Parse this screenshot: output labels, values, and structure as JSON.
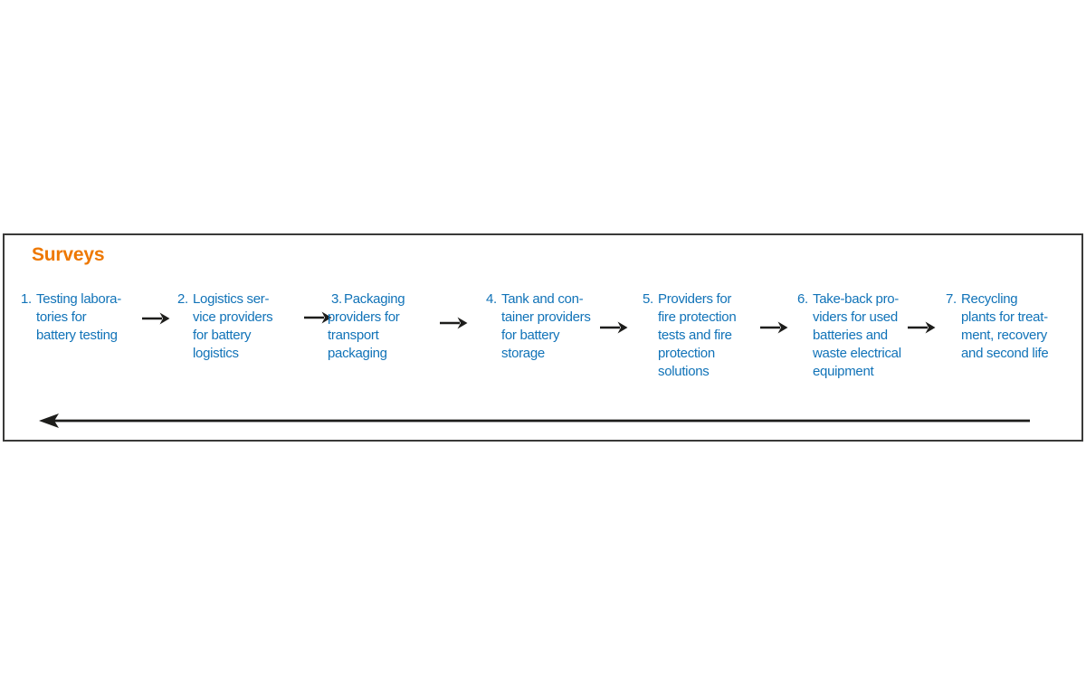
{
  "figure": {
    "title": "Surveys",
    "steps": [
      {
        "number": "1.",
        "text": "Testing labora-\ntories for\nbattery testing"
      },
      {
        "number": "2.",
        "text": "Logistics ser-\nvice providers\nfor battery\nlogistics"
      },
      {
        "number": "3.",
        "text": "Packaging\nproviders for\ntransport\npackaging"
      },
      {
        "number": "4.",
        "text": "Tank and con-\ntainer providers\nfor battery\nstorage"
      },
      {
        "number": "5.",
        "text": "Providers for\nfire protection\ntests and fire\nprotection\nsolutions"
      },
      {
        "number": "6.",
        "text": "Take-back pro-\nviders for used\nbatteries and\nwaste electrical\nequipment"
      },
      {
        "number": "7.",
        "text": "Recycling\nplants for treat-\nment, recovery\nand second life"
      }
    ],
    "icons": {
      "connector": "arrow-right-icon",
      "return": "arrow-left-icon"
    }
  },
  "colors": {
    "title-orange": "#EE7802",
    "step-blue": "#1173B8",
    "arrow-black": "#1D1D1B",
    "border-gray": "#3A3A39",
    "bg": "#FFFFFF"
  }
}
